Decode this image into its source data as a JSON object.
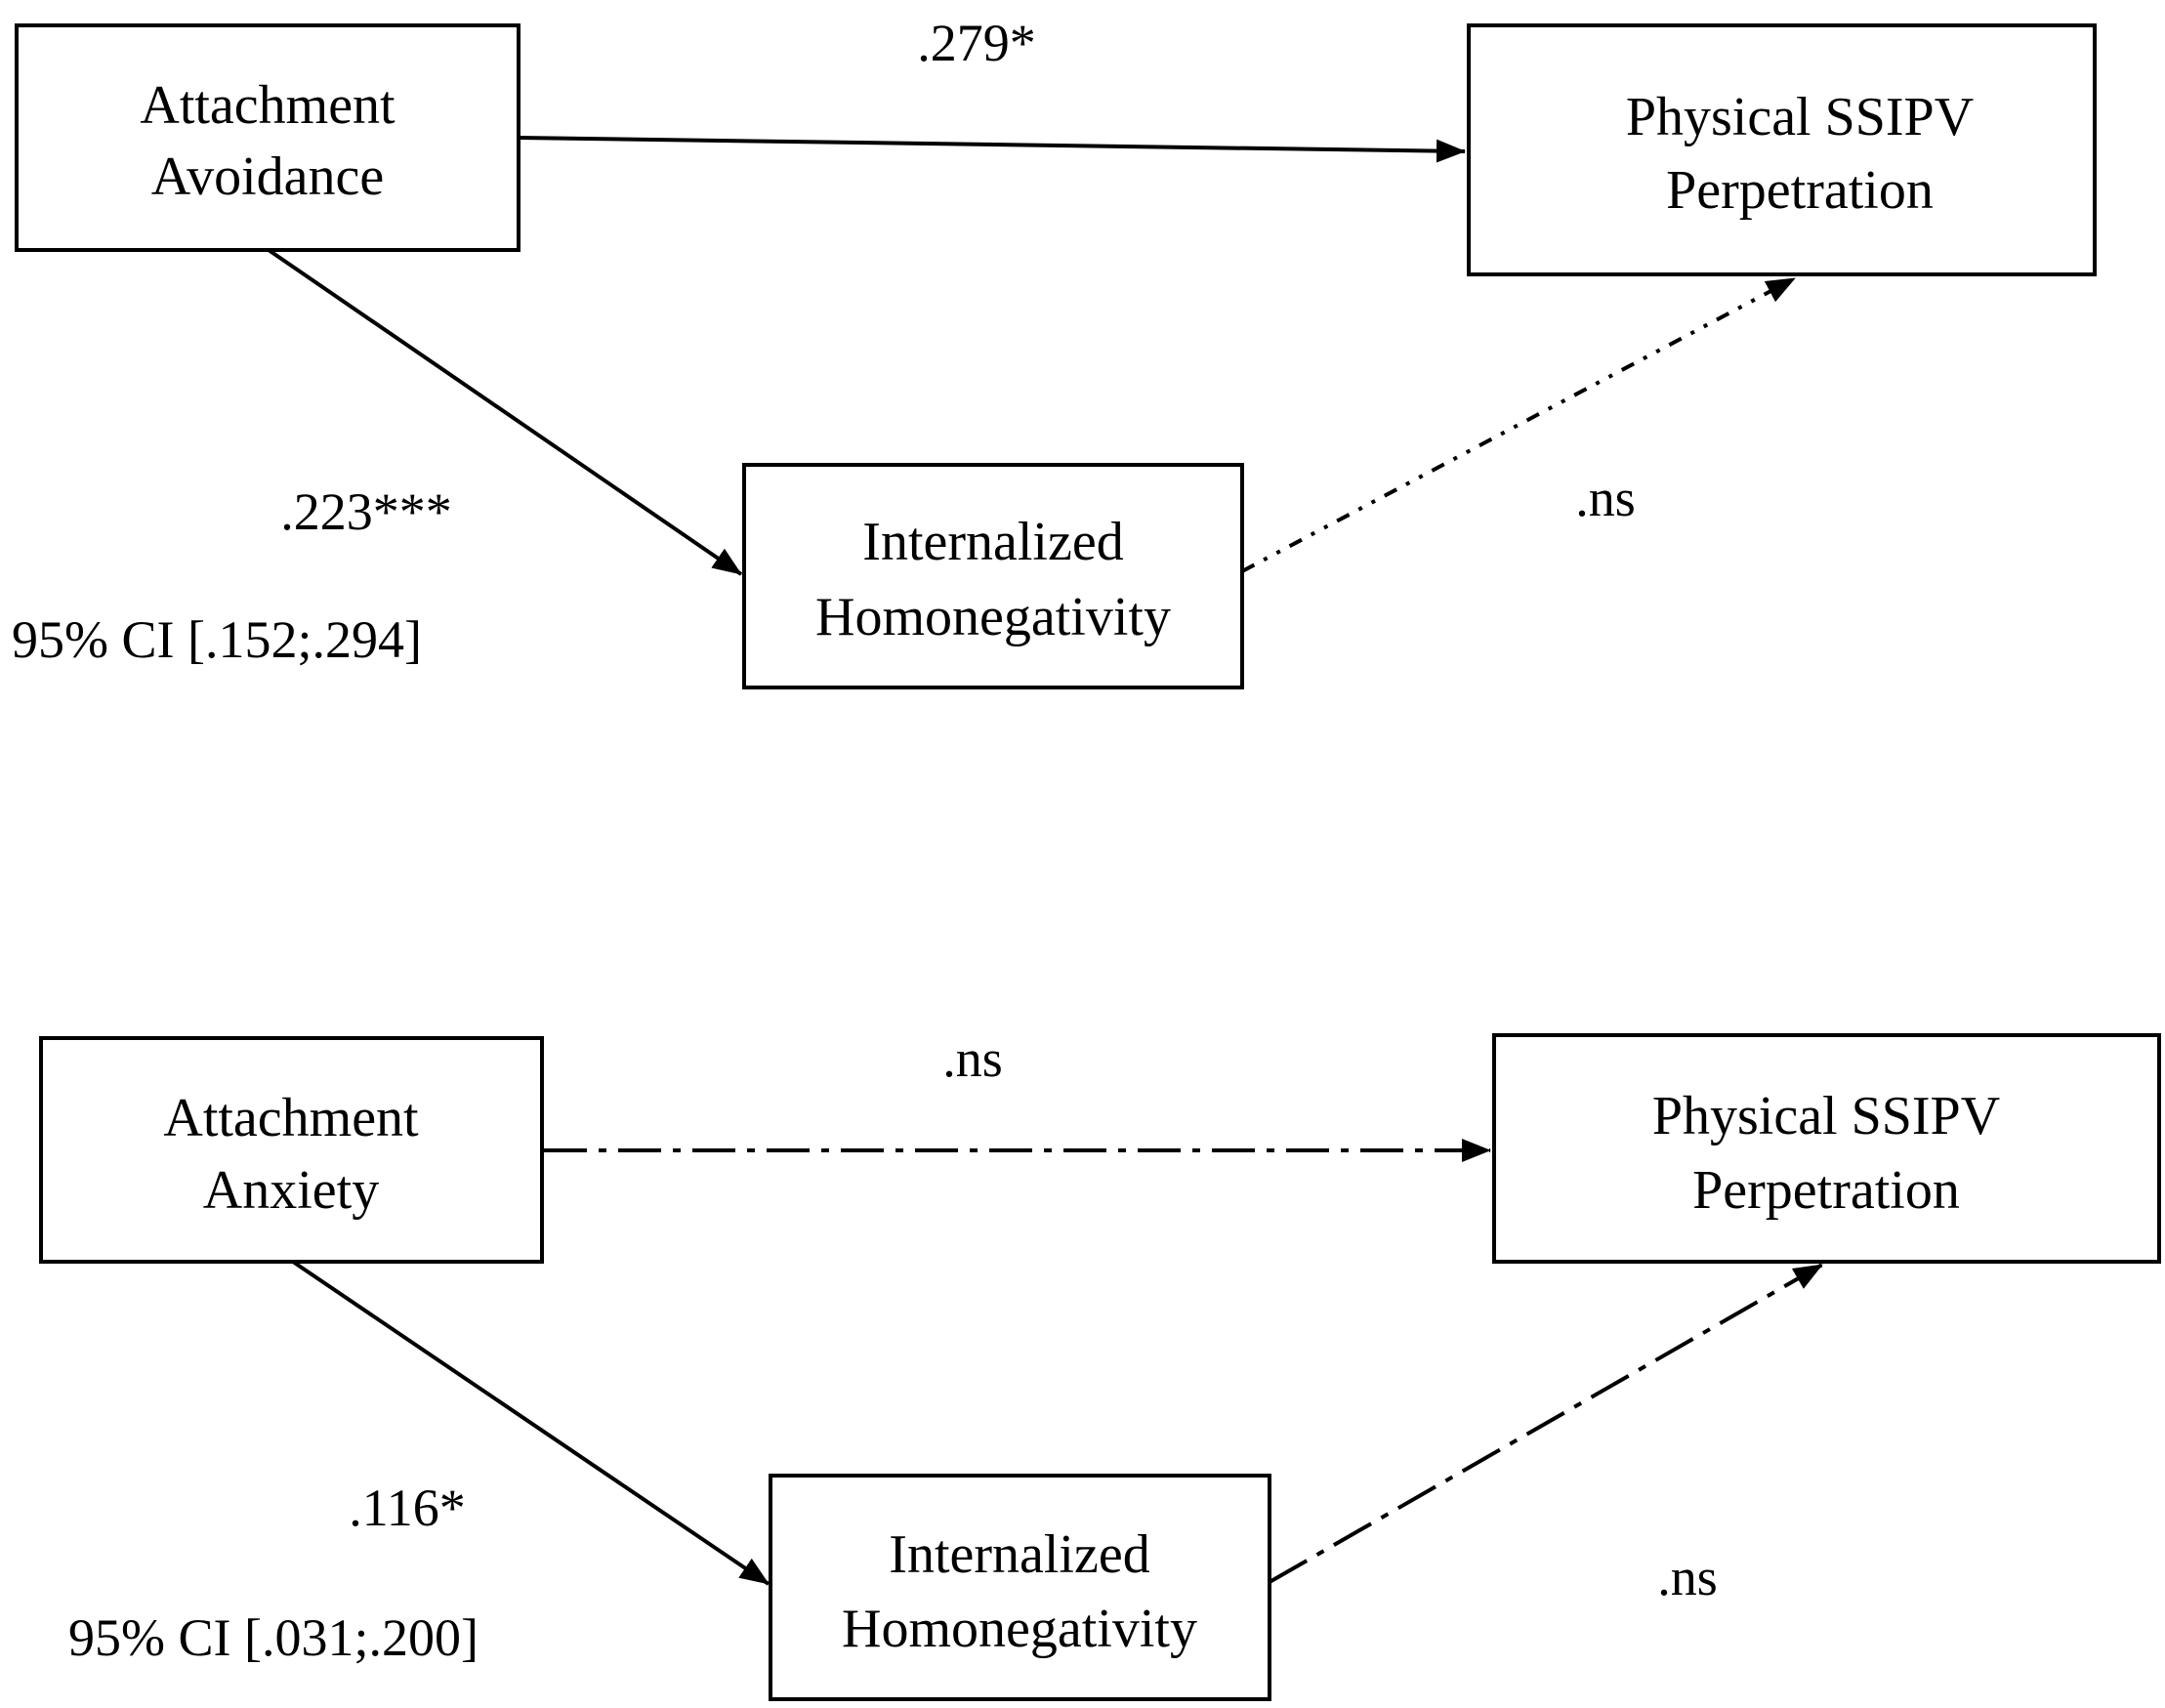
{
  "model_top": {
    "predictor": {
      "line1": "Attachment",
      "line2": "Avoidance"
    },
    "outcome": {
      "line1": "Physical SSIPV",
      "line2": "Perpetration"
    },
    "mediator": {
      "line1": "Internalized",
      "line2": "Homonegativity"
    },
    "direct_path": {
      "label": ".279*",
      "style": "solid"
    },
    "a_path": {
      "label": ".223***",
      "ci": "95% CI [.152;.294]",
      "style": "solid"
    },
    "b_path": {
      "label": ".ns",
      "style": "dash-dot-dot"
    }
  },
  "model_bottom": {
    "predictor": {
      "line1": "Attachment",
      "line2": "Anxiety"
    },
    "outcome": {
      "line1": "Physical SSIPV",
      "line2": "Perpetration"
    },
    "mediator": {
      "line1": "Internalized",
      "line2": "Homonegativity"
    },
    "direct_path": {
      "label": ".ns",
      "style": "dash-dot"
    },
    "a_path": {
      "label": ".116*",
      "ci": "95% CI [.031;.200]",
      "style": "solid"
    },
    "b_path": {
      "label": ".ns",
      "style": "dash-dot"
    }
  },
  "colors": {
    "stroke": "#000000",
    "background": "#ffffff"
  }
}
